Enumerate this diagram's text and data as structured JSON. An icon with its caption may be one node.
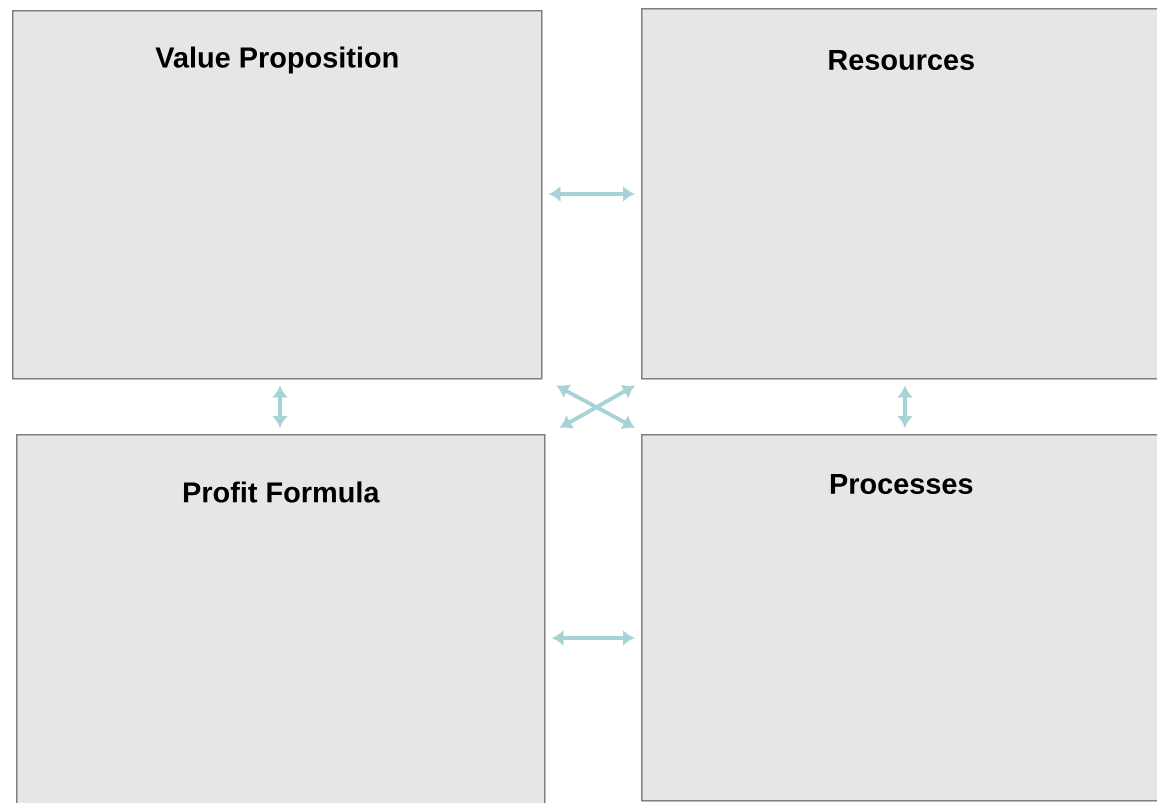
{
  "diagram": {
    "nodes": [
      {
        "text": [
          "Value Proposition"
        ]
      },
      {
        "text": [
          "Resources"
        ]
      },
      {
        "text": [
          "Profit Formula"
        ]
      },
      {
        "text": [
          "Processes"
        ]
      }
    ],
    "edges": [
      {
        "from": 0,
        "to": 1,
        "arrow": "both"
      },
      {
        "from": 0,
        "to": 2,
        "arrow": "both"
      },
      {
        "from": 1,
        "to": 2,
        "arrow": "both"
      },
      {
        "from": 0,
        "to": 3,
        "arrow": "both"
      },
      {
        "from": 1,
        "to": 3,
        "arrow": "both"
      },
      {
        "from": 2,
        "to": 3,
        "arrow": "both"
      }
    ]
  }
}
